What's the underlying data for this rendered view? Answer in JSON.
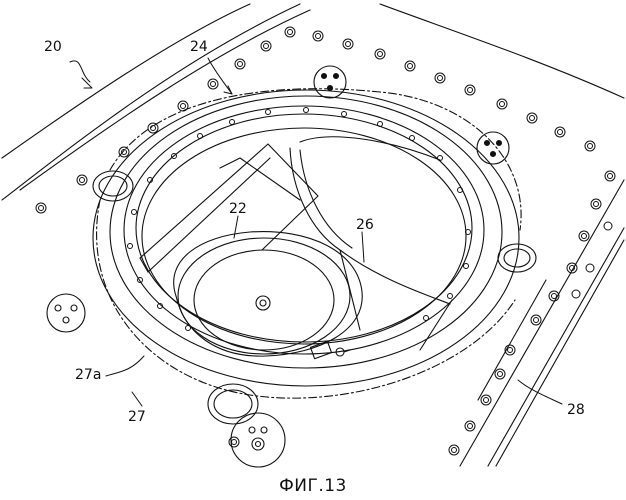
{
  "labels": {
    "l20": "20",
    "l24": "24",
    "l22": "22",
    "l26": "26",
    "l27a": "27a",
    "l27": "27",
    "l28": "28"
  },
  "caption": "ФИГ.13"
}
